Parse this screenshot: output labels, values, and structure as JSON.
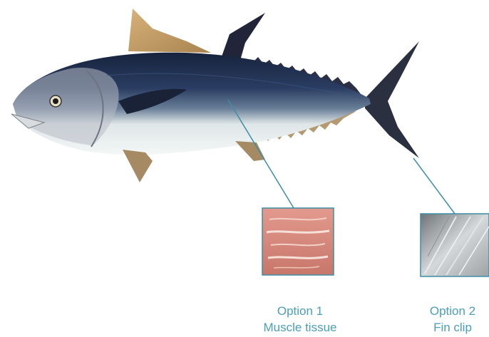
{
  "options": [
    {
      "title": "Option 1",
      "subtitle": "Muscle tissue"
    },
    {
      "title": "Option 2",
      "subtitle": "Fin clip"
    }
  ],
  "colors": {
    "caption": "#4a9fb6",
    "connector": "#3a8fa5",
    "muscle_tissue": "#d98a7e",
    "fin_clip": "#b9bcbe",
    "tuna_back": "#1d2c4a",
    "tuna_belly": "#eef2f1",
    "fin_yellow": "#c9a56a"
  }
}
